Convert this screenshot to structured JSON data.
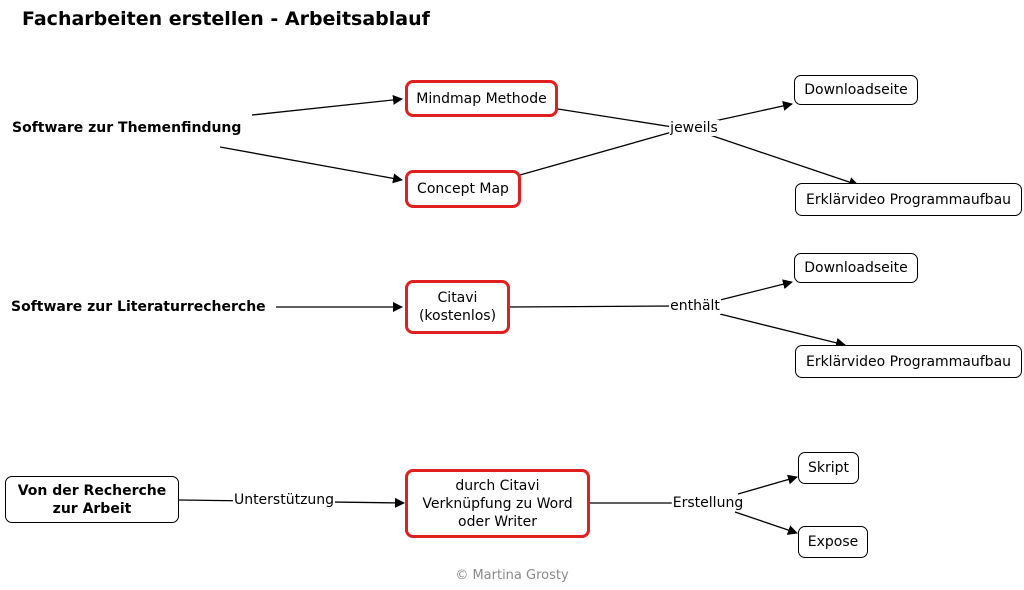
{
  "title": "Facharbeiten erstellen - Arbeitsablauf",
  "row1": {
    "source": "Software zur Themenfindung",
    "node_mindmap": "Mindmap Methode",
    "node_concept": "Concept Map",
    "link_label": "jeweils",
    "target_download": "Downloadseite",
    "target_video": "Erklärvideo Programmaufbau"
  },
  "row2": {
    "source": "Software zur Literaturrecherche",
    "node_citavi": "Citavi\n(kostenlos)",
    "link_label": "enthält",
    "target_download": "Downloadseite",
    "target_video": "Erklärvideo Programmaufbau"
  },
  "row3": {
    "source": "Von der Recherche\nzur Arbeit",
    "link_label_in": "Unterstützung",
    "node_citavi_word": "durch Citavi\nVerknüpfung zu Word\noder Writer",
    "link_label_out": "Erstellung",
    "target_skript": "Skript",
    "target_expose": "Expose"
  },
  "copyright": "© Martina Grosty",
  "colors": {
    "highlight_border": "#e01f1f",
    "line": "#000000",
    "copyright": "#8a8a8a"
  }
}
